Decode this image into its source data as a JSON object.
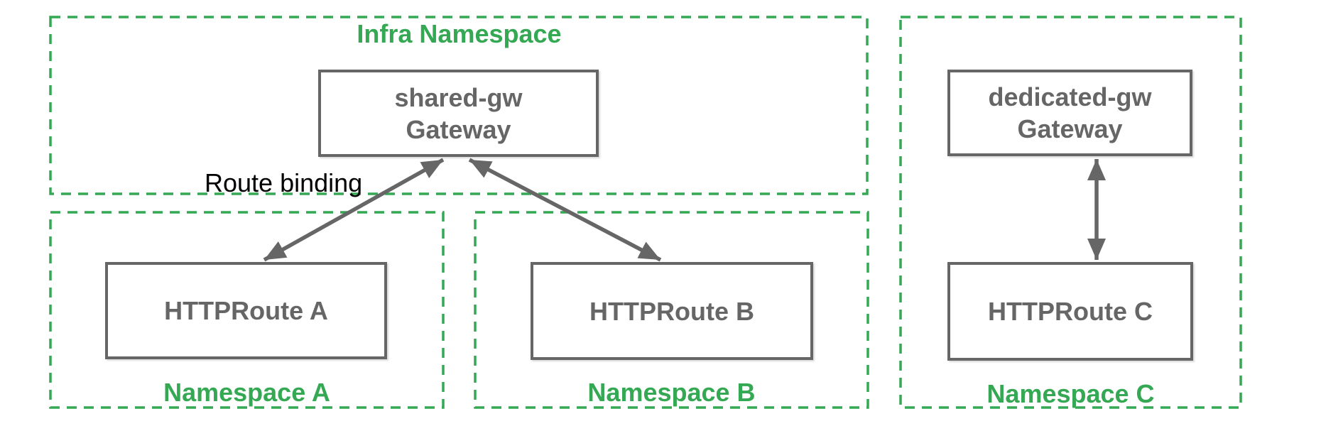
{
  "colors": {
    "namespace_green": "#34A853",
    "node_gray": "#666666",
    "label_black": "#000000",
    "background": "#ffffff"
  },
  "infra_namespace": {
    "title": "Infra Namespace"
  },
  "nodes": {
    "shared_gw": {
      "line1": "shared-gw",
      "line2": "Gateway"
    },
    "dedicated_gw": {
      "line1": "dedicated-gw",
      "line2": "Gateway"
    },
    "httproute_a": {
      "label": "HTTPRoute A"
    },
    "httproute_b": {
      "label": "HTTPRoute B"
    },
    "httproute_c": {
      "label": "HTTPRoute C"
    }
  },
  "namespaces": {
    "a": {
      "label": "Namespace A"
    },
    "b": {
      "label": "Namespace B"
    },
    "c": {
      "label": "Namespace C"
    }
  },
  "annotations": {
    "route_binding": "Route binding"
  }
}
